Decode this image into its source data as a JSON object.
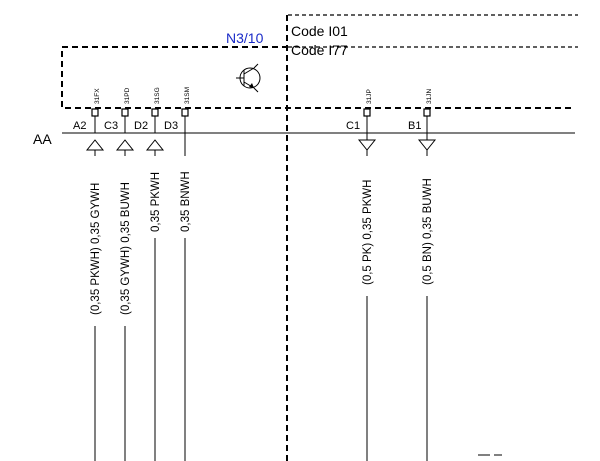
{
  "diagram": {
    "module_label": "N3/10",
    "connector_label": "AA",
    "codes": [
      "Code I01",
      "Code I77"
    ],
    "left_wires": [
      {
        "pin": "A2",
        "terminal": "31FX",
        "wire": "0,35 GYWH",
        "alt": "(0,35 PKWH)",
        "arrow": "up"
      },
      {
        "pin": "C3",
        "terminal": "31PD",
        "wire": "0,35 BUWH",
        "alt": "(0,35 GYWH)",
        "arrow": "up"
      },
      {
        "pin": "D2",
        "terminal": "31SG",
        "wire": "0,35 PKWH",
        "alt": "",
        "arrow": "up"
      },
      {
        "pin": "D3",
        "terminal": "31SM",
        "wire": "0,35 BNWH",
        "alt": "",
        "arrow": "none"
      }
    ],
    "right_wires": [
      {
        "pin": "C1",
        "terminal": "31JP",
        "wire": "0,35 PKWH",
        "alt": "(0,5 PK)",
        "arrow": "down"
      },
      {
        "pin": "B1",
        "terminal": "31JN",
        "wire": "0,35 BUWH",
        "alt": "(0,5 BN)",
        "arrow": "down"
      }
    ]
  }
}
